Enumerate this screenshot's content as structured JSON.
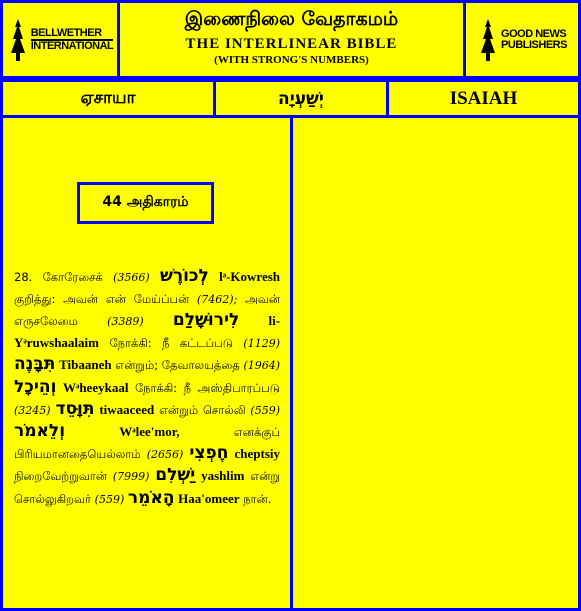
{
  "header": {
    "left_logo": [
      "BELLWETHER",
      "INTERNATIONAL"
    ],
    "title_tamil": "இணைநிலை வேதாகமம்",
    "title_english": "THE  INTERLINEAR  BIBLE",
    "subtitle": "(WITH STRONG'S NUMBERS)",
    "right_logo": [
      "GOOD NEWS",
      "PUBLISHERS"
    ]
  },
  "book": {
    "tamil": "ஏசாயா",
    "hebrew": "יְשַׁעְיָה",
    "english": "ISAIAH"
  },
  "chapter_label": "44 அதிகாரம்",
  "verse": {
    "number": "28.",
    "segments": [
      {
        "k": "tamil",
        "t": "கோரேசைக்"
      },
      {
        "k": "strong",
        "t": "(3566)"
      },
      {
        "k": "hebrew",
        "t": "לְכוֹרֶשׁ"
      },
      {
        "k": "translit",
        "t": "lᵊ-Kowresh"
      },
      {
        "k": "tamil",
        "t": "குறித்து: அவன் என் மேய்ப்பன்"
      },
      {
        "k": "strong",
        "t": "(7462);"
      },
      {
        "k": "tamil",
        "t": "அவன் எருசலேமை"
      },
      {
        "k": "strong",
        "t": "(3389)"
      },
      {
        "k": "hebrew",
        "t": "לִירוּשָׁלִַם"
      },
      {
        "k": "translit",
        "t": "li-Yᵊruwshaalaim"
      },
      {
        "k": "tamil",
        "t": "நோக்கி: நீ கட்டப்படு"
      },
      {
        "k": "strong",
        "t": "(1129)"
      },
      {
        "k": "hebrew",
        "t": "תִּבָּנֶה"
      },
      {
        "k": "translit",
        "t": "Tibaaneh"
      },
      {
        "k": "tamil",
        "t": "என்றும்; தேவாலயத்தை"
      },
      {
        "k": "strong",
        "t": "(1964)"
      },
      {
        "k": "hebrew",
        "t": "וְהֵיכָל"
      },
      {
        "k": "translit",
        "t": "Wᵊheeykaal"
      },
      {
        "k": "tamil",
        "t": "நோக்கி: நீ அஸ்திபாரப்படு"
      },
      {
        "k": "strong",
        "t": "(3245)"
      },
      {
        "k": "hebrew",
        "t": "תִּוָּסֵד"
      },
      {
        "k": "translit",
        "t": "tiwaaceed"
      },
      {
        "k": "tamil",
        "t": "என்றும் சொல்லி"
      },
      {
        "k": "strong",
        "t": "(559)"
      },
      {
        "k": "hebrew",
        "t": "וְלֵאמֹר"
      },
      {
        "k": "translit",
        "t": "Wᵊlee'mor,"
      },
      {
        "k": "tamil",
        "t": "எனக்குப் பிரியமானதையெல்லாம்"
      },
      {
        "k": "strong",
        "t": "(2656)"
      },
      {
        "k": "hebrew",
        "t": "חֶפְצִי"
      },
      {
        "k": "translit",
        "t": "cheptsiy"
      },
      {
        "k": "tamil",
        "t": "நிறைவேற்றுவான்"
      },
      {
        "k": "strong",
        "t": "(7999)"
      },
      {
        "k": "hebrew",
        "t": "יַשְׁלִם"
      },
      {
        "k": "translit",
        "t": "yashlim"
      },
      {
        "k": "tamil",
        "t": "என்று சொல்லுகிறவர்"
      },
      {
        "k": "strong",
        "t": "(559)"
      },
      {
        "k": "hebrew",
        "t": "הָאֹמֵר"
      },
      {
        "k": "translit",
        "t": "Haa'omeer"
      },
      {
        "k": "tamil",
        "t": "நான்."
      }
    ]
  },
  "colors": {
    "background": "#ffff00",
    "border": "#0000ff",
    "text": "#000000"
  }
}
